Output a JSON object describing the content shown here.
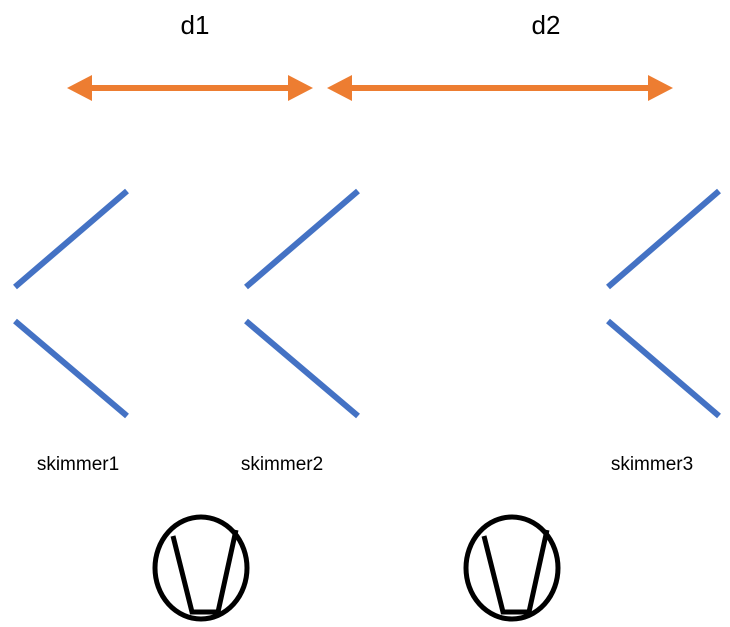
{
  "distances": {
    "d1": "d1",
    "d2": "d2"
  },
  "skimmers": [
    {
      "label": "skimmer1"
    },
    {
      "label": "skimmer2"
    },
    {
      "label": "skimmer3"
    }
  ],
  "colors": {
    "arrow": "#ED7D31",
    "skimmer": "#4472C4",
    "text": "#000000",
    "background": "#FFFFFF"
  },
  "icons": {
    "arrow": "double-headed-arrow",
    "skimmer": "chevron-skimmer",
    "probe": "circle-trapezoid-probe"
  }
}
